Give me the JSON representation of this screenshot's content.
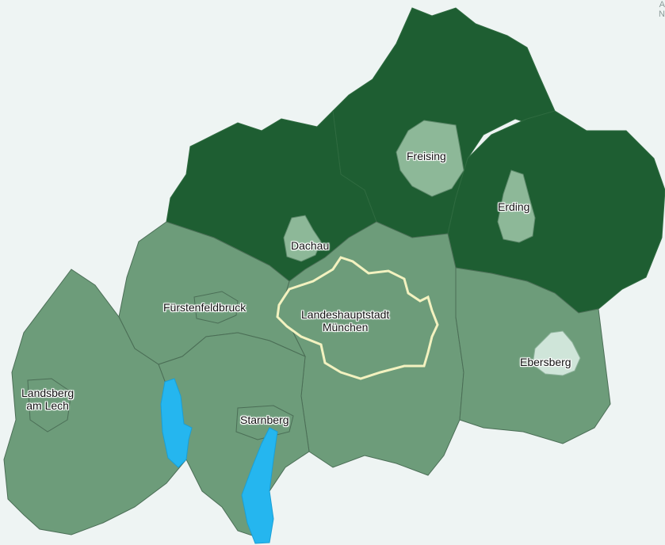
{
  "map": {
    "colors": {
      "background": "#eef4f3",
      "dark_region": "#1e5e32",
      "medium_region": "#6d9c7a",
      "town_light": "#8db898",
      "town_pale": "#cfe5d9",
      "city_outline": "#f3f2c0",
      "water": "#25b6ef",
      "border": "#4b6e56"
    },
    "labels": {
      "freising": "Freising",
      "erding": "Erding",
      "dachau": "Dachau",
      "fuerstenfeldbruck": "Fürstenfeldbruck",
      "muenchen_line1": "Landeshauptstadt",
      "muenchen_line2": "München",
      "ebersberg": "Ebersberg",
      "landsberg_line1": "Landsberg",
      "landsberg_line2": "am Lech",
      "starnberg": "Starnberg"
    },
    "corner_text": {
      "line1": "A",
      "line2": "N"
    }
  }
}
